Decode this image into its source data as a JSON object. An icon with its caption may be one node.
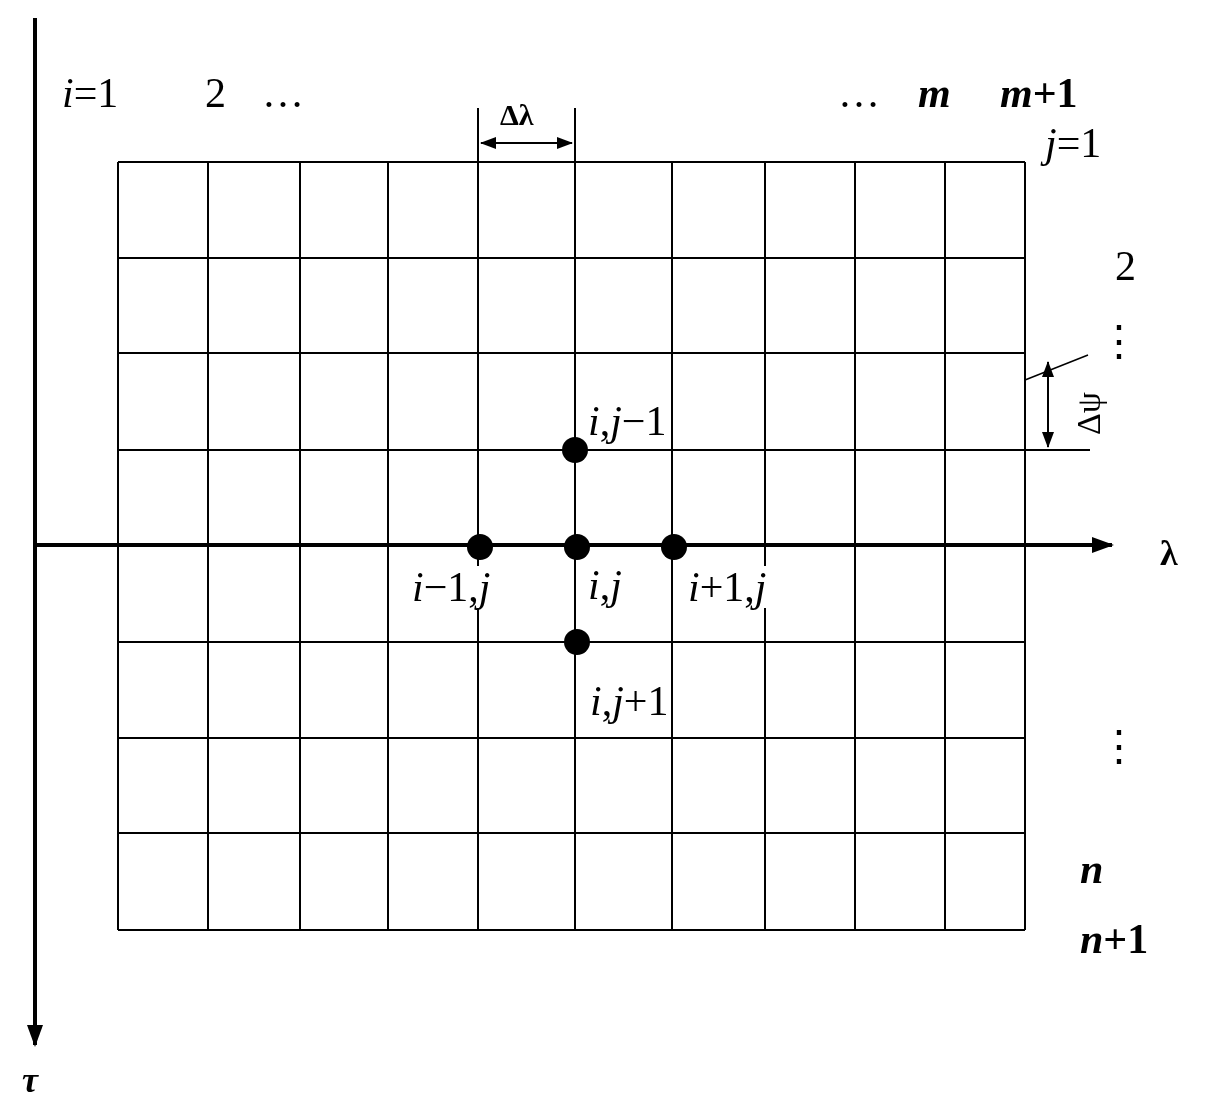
{
  "diagram": {
    "nodes": [
      {
        "text": [],
        "shape": "circle",
        "beside": [
          "*i*,*j*−1"
        ]
      },
      {
        "text": [],
        "shape": "circle",
        "beside": [
          "*i*−1,*j*"
        ]
      },
      {
        "text": [],
        "shape": "circle",
        "beside": [
          "*i*,*j*"
        ]
      },
      {
        "text": [],
        "shape": "circle",
        "beside": [
          "*i*+1,*j*"
        ]
      },
      {
        "text": [],
        "shape": "circle",
        "beside": [
          "*i*,*j*+1"
        ]
      }
    ],
    "labels": [
      "*i*=1",
      "2",
      "…",
      "…",
      "*m*",
      "*m*+1",
      "*j*=1",
      "Δλ",
      "2",
      "⋮",
      "Δψ",
      "λ",
      "⋮",
      "*n*",
      "*n*+1",
      "*τ*"
    ]
  }
}
